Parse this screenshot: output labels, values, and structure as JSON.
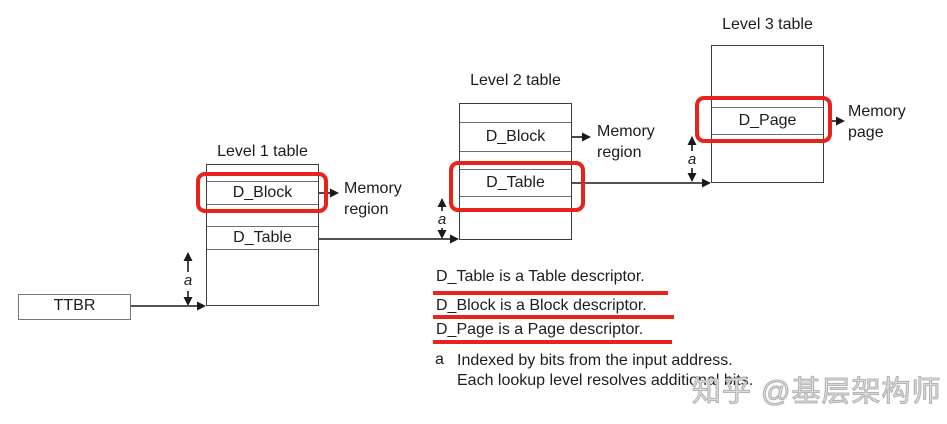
{
  "ttbr": {
    "label": "TTBR"
  },
  "level1": {
    "title": "Level 1 table",
    "d_block": "D_Block",
    "d_table": "D_Table",
    "index_label": "a",
    "output_line1": "Memory",
    "output_line2": "region"
  },
  "level2": {
    "title": "Level 2 table",
    "d_block": "D_Block",
    "d_table": "D_Table",
    "index_label": "a",
    "output_line1": "Memory",
    "output_line2": "region"
  },
  "level3": {
    "title": "Level 3 table",
    "d_page": "D_Page",
    "index_label": "a",
    "output_line1": "Memory",
    "output_line2": "page"
  },
  "notes": {
    "descriptors": [
      "D_Table is a Table descriptor.",
      "D_Block is a Block descriptor.",
      "D_Page is a Page descriptor."
    ],
    "index_key": "a",
    "index_line1": "Indexed by bits from the input address.",
    "index_line2": "Each lookup level resolves additional bits."
  },
  "watermark": "知乎 @基层架构师",
  "colors": {
    "highlight_red": "#e8231c",
    "underline_red": "#e8231c",
    "line_black": "#1a1a1a",
    "table_border": "#3e3e3e",
    "row_line": "#6e6e6e",
    "ttbr_border": "#757575",
    "text": "#1c1c1c",
    "watermark_gray": "#b5b5b5"
  }
}
